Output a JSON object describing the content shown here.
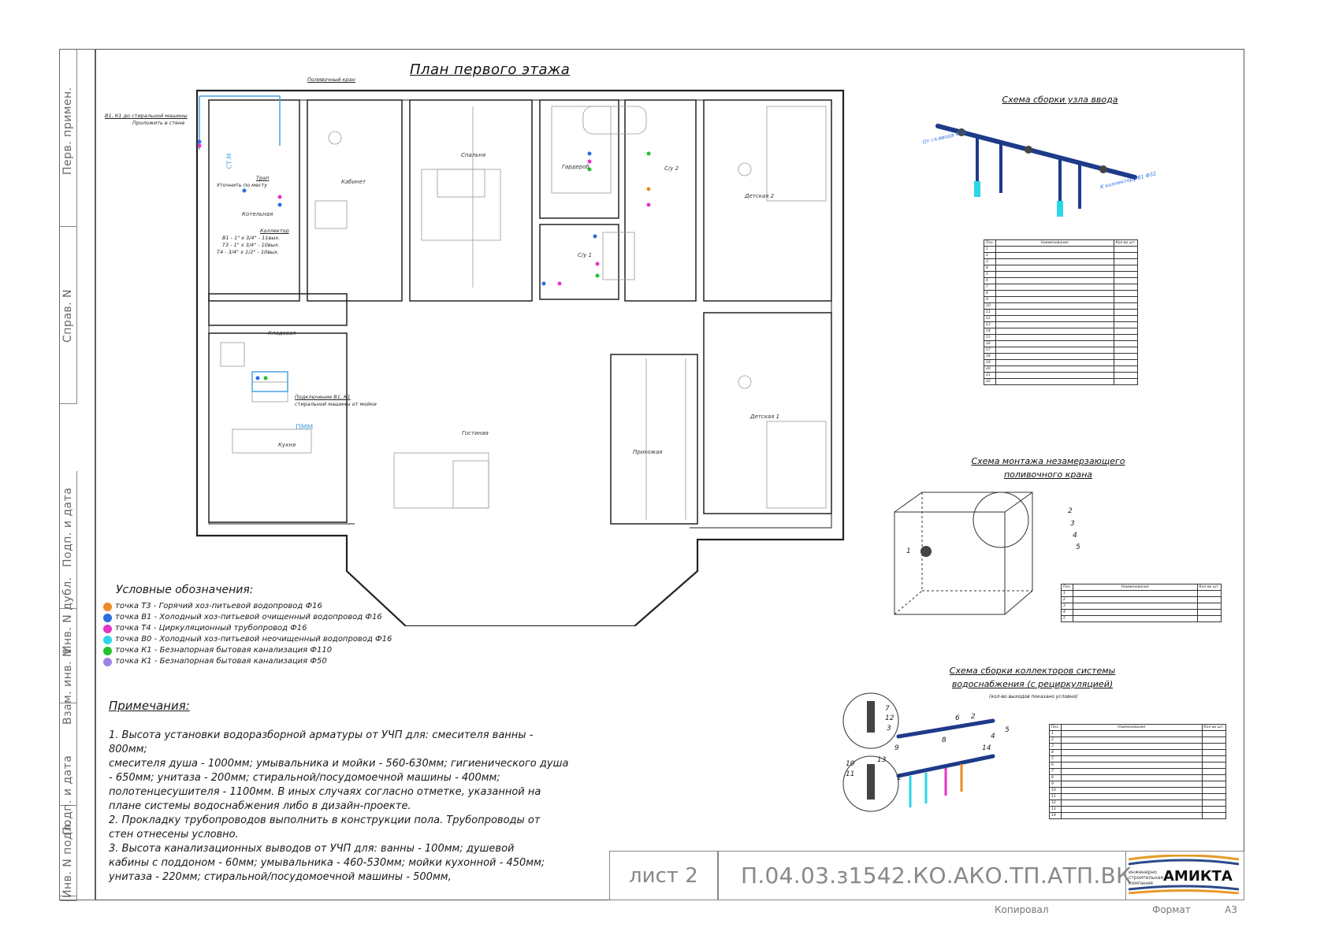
{
  "side_labels": [
    "Перв. примен.",
    "Справ. N",
    "Подп. и дата",
    "Инв. N дубл.",
    "Взам. инв. N",
    "Подп. и дата",
    "Инв. N подл."
  ],
  "plan_title": "План первого этажа",
  "rooms": {
    "bedroom": "Спальня",
    "wardrobe": "Гардероб",
    "wc2": "С/у 2",
    "wc1": "С/у 1",
    "study": "Кабинет",
    "boiler": "Котельная",
    "kids2": "Детская 2",
    "kids1": "Детская 1",
    "pantry": "Кладовая",
    "kitchen": "Кухня",
    "living": "Гостиная",
    "hall": "Прихожая"
  },
  "callouts": {
    "hose_tap": "Поливочный кран",
    "washer_line1": "В1, К1 до стиральной машины",
    "washer_line2": "Проложить в стене",
    "trap1": "Трап",
    "trap2": "Уточнить по месту",
    "collector_title": "Коллектор",
    "collector_b1": "В1 - 1\" х 3/4\" - 11вых.",
    "collector_t3": "Т3 - 1\" х 3/4\" - 10вых.",
    "collector_t4": "Т4 - 3/4\" х 1/2\" - 10вых.",
    "kitchen_conn1": "Подключение В1, К1",
    "kitchen_conn2": "стиральной машины от мойки",
    "pmm": "ПММ",
    "st_m": "СТ.М"
  },
  "legend": {
    "title": "Условные обозначения:",
    "items": [
      {
        "label": "точка Т3 - Горячий хоз-питьевой водопровод Ф16",
        "color": "#f08a24"
      },
      {
        "label": "точка В1 - Холодный хоз-питьевой очищенный водопровод Ф16",
        "color": "#2d6ee0"
      },
      {
        "label": "точка Т4 - Циркуляционный трубопровод Ф16",
        "color": "#e533c8"
      },
      {
        "label": "точка В0 - Холодный хоз-питьевой неочищенный водопровод Ф16",
        "color": "#2bd6e8"
      },
      {
        "label": "точка К1 - Безнапорная бытовая канализация Ф110",
        "color": "#22c22a"
      },
      {
        "label": "точка К1 - Безнапорная бытовая канализация Ф50",
        "color": "#9b84e6"
      }
    ]
  },
  "notes": {
    "title": "Примечания:",
    "lines": [
      "1.       Высота установки водоразборной арматуры от УЧП для: смесителя ванны -",
      "800мм;",
      "смесителя душа - 1000мм; умывальника и мойки - 560-630мм; гигиенического душа",
      "- 650мм; унитаза - 200мм; стиральной/посудомоечной машины - 400мм;",
      "полотенцесушителя - 1100мм. В иных случаях согласно отметке, указанной на",
      "плане системы водоснабжения либо в дизайн-проекте.",
      "2.       Прокладку трубопроводов выполнить в конструкции пола. Трубопроводы от",
      "стен отнесены условно.",
      "3.       Высота канализационных выводов от УЧП для: ванны - 100мм; душевой",
      "кабины с поддоном - 60мм; умывальника - 460-530мм; мойки кухонной - 450мм;",
      "унитаза - 220мм; стиральной/посудомоечной машины - 500мм,"
    ]
  },
  "schema_inlet": {
    "title": "Схема сборки узла ввода",
    "label_in": "От гл.ввода Ф32",
    "label_out": "К коллектору В1 Ф32",
    "table_head": [
      "Поз.",
      "Наименование",
      "Кол-во шт."
    ],
    "rows": [
      [
        "1",
        "",
        ""
      ],
      [
        "2",
        "",
        ""
      ],
      [
        "3",
        "",
        ""
      ],
      [
        "4",
        "",
        ""
      ],
      [
        "5",
        "",
        ""
      ],
      [
        "6",
        "",
        ""
      ],
      [
        "7",
        "",
        ""
      ],
      [
        "8",
        "",
        ""
      ],
      [
        "9",
        "",
        ""
      ],
      [
        "10",
        "",
        ""
      ],
      [
        "11",
        "",
        ""
      ],
      [
        "12",
        "",
        ""
      ],
      [
        "13",
        "",
        ""
      ],
      [
        "14",
        "",
        ""
      ],
      [
        "15",
        "",
        ""
      ],
      [
        "16",
        "",
        ""
      ],
      [
        "17",
        "",
        ""
      ],
      [
        "18",
        "",
        ""
      ],
      [
        "19",
        "",
        ""
      ],
      [
        "20",
        "",
        ""
      ],
      [
        "21",
        "",
        ""
      ],
      [
        "22",
        "",
        ""
      ]
    ]
  },
  "schema_tap": {
    "title_line1": "Схема монтажа незамерзающего",
    "title_line2": "поливочного крана",
    "callouts": [
      "1",
      "2",
      "3",
      "4",
      "5"
    ],
    "table_head": [
      "Поз.",
      "Наименование",
      "Кол-во шт."
    ],
    "rows": [
      [
        "1",
        "",
        ""
      ],
      [
        "2",
        "",
        ""
      ],
      [
        "3",
        "",
        ""
      ],
      [
        "4",
        "",
        ""
      ],
      [
        "5",
        "",
        ""
      ]
    ]
  },
  "schema_collector": {
    "title_line1": "Схема сборки коллекторов системы",
    "title_line2": "водоснабжения (с рециркуляцией)",
    "subtitle": "(кол-во выходов показано условно)",
    "callouts": [
      "1",
      "2",
      "3",
      "4",
      "5",
      "6",
      "7",
      "8",
      "9",
      "10",
      "11",
      "12",
      "13",
      "14"
    ],
    "table_head": [
      "Поз.",
      "Наименование",
      "Кол-во шт."
    ],
    "rows": [
      [
        "1",
        "",
        ""
      ],
      [
        "2",
        "",
        ""
      ],
      [
        "3",
        "",
        ""
      ],
      [
        "4",
        "",
        ""
      ],
      [
        "5",
        "",
        ""
      ],
      [
        "6",
        "",
        ""
      ],
      [
        "7",
        "",
        ""
      ],
      [
        "8",
        "",
        ""
      ],
      [
        "9",
        "",
        ""
      ],
      [
        "10",
        "",
        ""
      ],
      [
        "11",
        "",
        ""
      ],
      [
        "12",
        "",
        ""
      ],
      [
        "13",
        "",
        ""
      ],
      [
        "14",
        "",
        ""
      ]
    ]
  },
  "stamp": {
    "sheet": "лист 2",
    "code": "П.04.03.з1542.КО.АКО.ТП.АТП.ВК",
    "company_small1": "инженерно",
    "company_small2": "строительная",
    "company_small3": "компания",
    "company": "АМИКТА",
    "copied": "Копировал",
    "format_label": "Формат",
    "format_value": "А3"
  }
}
